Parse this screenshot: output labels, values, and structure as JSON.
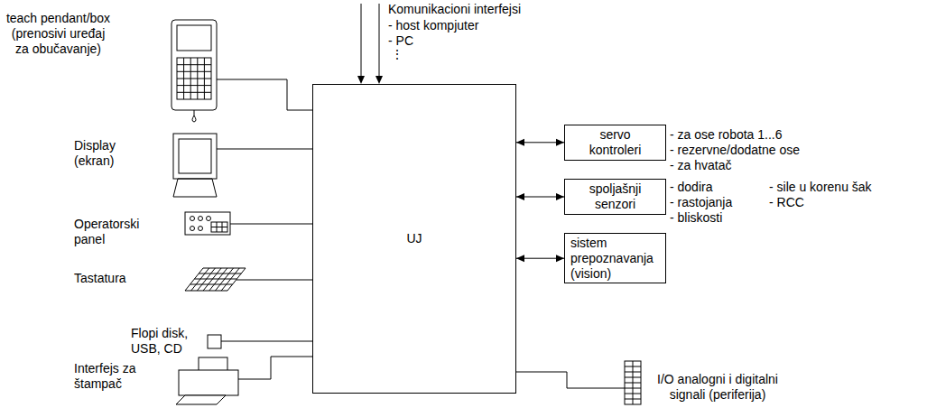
{
  "diagram": {
    "nodes": [
      {
        "text": [
          "teach pendant/box (prenosivi uređaj za obučavanje)"
        ]
      },
      {
        "text": [
          "Display (ekran)"
        ]
      },
      {
        "text": [
          "Operatorski panel"
        ]
      },
      {
        "text": [
          "Tastatura"
        ]
      },
      {
        "text": [
          "Flopi disk, USB, CD"
        ]
      },
      {
        "text": [
          "Interfejs za štampač"
        ]
      },
      {
        "text": [
          "UJ"
        ]
      },
      {
        "text": [
          "servo kontroleri"
        ]
      },
      {
        "text": [
          "spoljašnji senzori"
        ]
      },
      {
        "text": [
          "sistem prepoznavanja (vision)"
        ]
      },
      {
        "text": [
          "I/O analogni i digitalni signali (periferija)"
        ]
      }
    ],
    "edges": [
      {
        "from": 0,
        "to": 6,
        "arrow": "none"
      },
      {
        "from": 1,
        "to": 6,
        "arrow": "none"
      },
      {
        "from": 2,
        "to": 6,
        "arrow": "none"
      },
      {
        "from": 3,
        "to": 6,
        "arrow": "none"
      },
      {
        "from": 4,
        "to": 6,
        "arrow": "none"
      },
      {
        "from": 5,
        "to": 6,
        "arrow": "none"
      },
      {
        "from": 6,
        "to": 7,
        "arrow": "both"
      },
      {
        "from": 6,
        "to": 8,
        "arrow": "both"
      },
      {
        "from": 6,
        "to": 9,
        "arrow": "both"
      },
      {
        "from": 6,
        "to": 10,
        "arrow": "none"
      }
    ],
    "labels": [
      "Komunikacioni interfejsi",
      "- host kompjuter",
      "- PC",
      "⋮",
      "- za ose robota 1...6",
      "- rezervne/dodatne ose",
      "- za hvatač",
      "- dodira",
      "- rastojanja",
      "- bliskosti",
      "- sile u korenu šak",
      "- RCC"
    ]
  }
}
